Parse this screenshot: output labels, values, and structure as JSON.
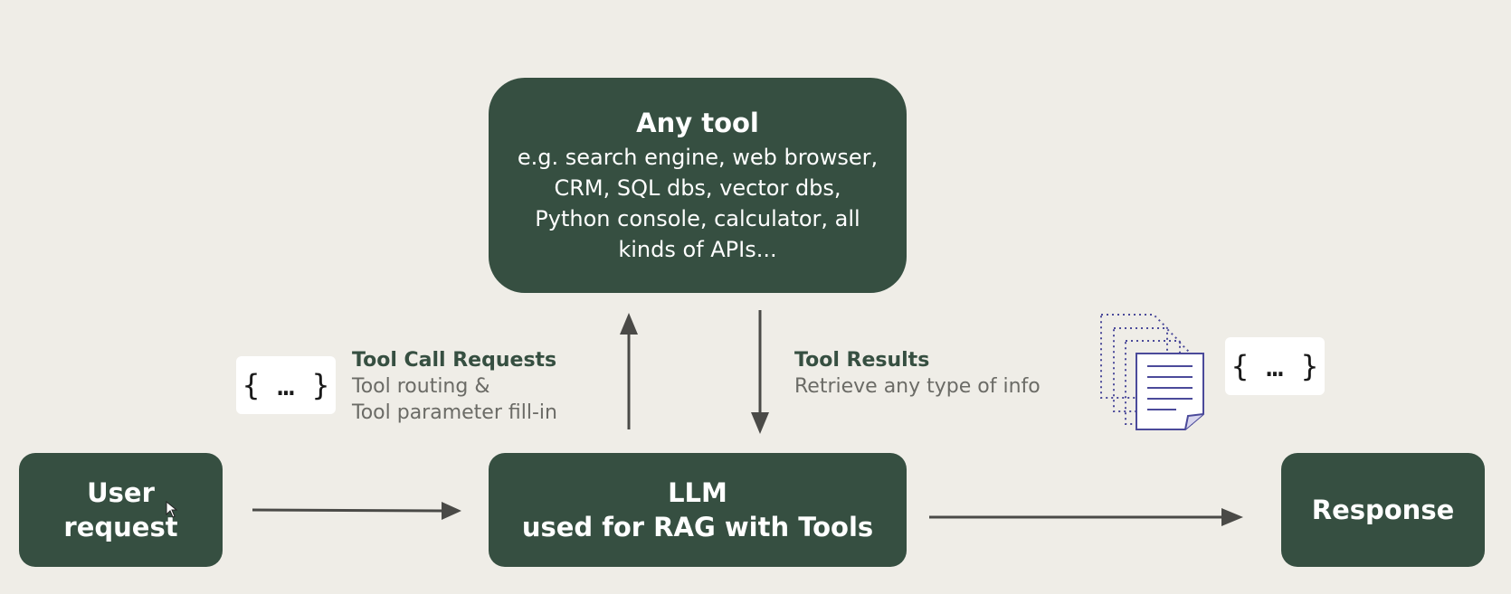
{
  "tool_box": {
    "title": "Any tool",
    "lines": [
      "e.g. search engine, web browser,",
      "CRM, SQL dbs, vector dbs,",
      "Python console, calculator, all",
      "kinds of APIs..."
    ]
  },
  "user_box": {
    "lines": [
      "User",
      "request"
    ]
  },
  "llm_box": {
    "lines": [
      "LLM",
      "used for RAG with Tools"
    ]
  },
  "response_box": {
    "label": "Response"
  },
  "tool_call_label": {
    "heading": "Tool Call Requests",
    "lines": [
      "Tool routing &",
      "Tool parameter fill-in"
    ]
  },
  "tool_results_label": {
    "heading": "Tool Results",
    "line": "Retrieve any type of info"
  },
  "brace_cards": {
    "left": "{ … }",
    "right": "{ … }"
  },
  "icons": {
    "documents": "documents-stack-icon",
    "cursor": "mouse-cursor-icon"
  },
  "colors": {
    "background": "#efede7",
    "box": "#364f41",
    "arrow": "#4a4a47",
    "document_stroke": "#4b4a9a"
  }
}
